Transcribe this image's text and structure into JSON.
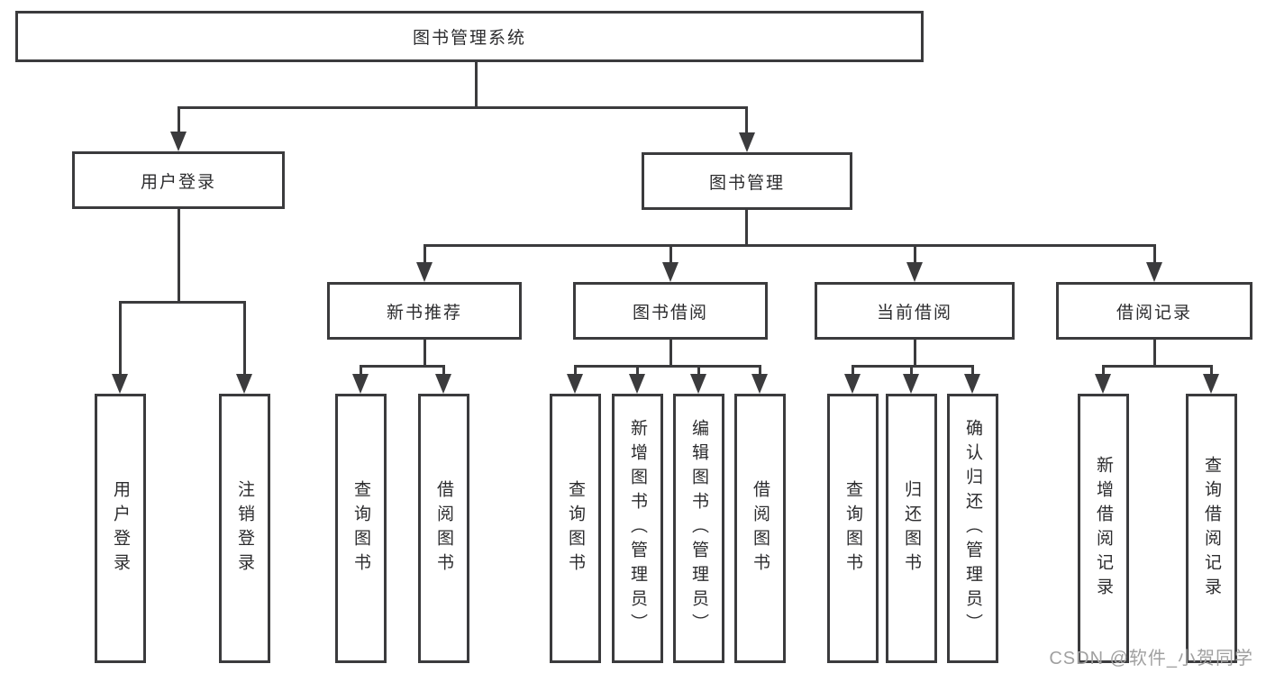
{
  "tree": {
    "root": {
      "label": "图书管理系统",
      "children": [
        {
          "label": "用户登录",
          "children": [
            {
              "label": "用户登录"
            },
            {
              "label": "注销登录"
            }
          ]
        },
        {
          "label": "图书管理",
          "children": [
            {
              "label": "新书推荐",
              "children": [
                {
                  "label": "查询图书"
                },
                {
                  "label": "借阅图书"
                }
              ]
            },
            {
              "label": "图书借阅",
              "children": [
                {
                  "label": "查询图书"
                },
                {
                  "label": "新增图书（管理员）"
                },
                {
                  "label": "编辑图书（管理员）"
                },
                {
                  "label": "借阅图书"
                }
              ]
            },
            {
              "label": "当前借阅",
              "children": [
                {
                  "label": "查询图书"
                },
                {
                  "label": "归还图书"
                },
                {
                  "label": "确认归还（管理员）"
                }
              ]
            },
            {
              "label": "借阅记录",
              "children": [
                {
                  "label": "新增借阅记录"
                },
                {
                  "label": "查询借阅记录"
                }
              ]
            }
          ]
        }
      ]
    }
  },
  "watermark": {
    "text": "CSDN @软件_小贺同学"
  },
  "colors": {
    "line": "#3b3b3d",
    "text": "#2c2c2e",
    "background": "#ffffff",
    "watermark": "#a0a0a0"
  }
}
